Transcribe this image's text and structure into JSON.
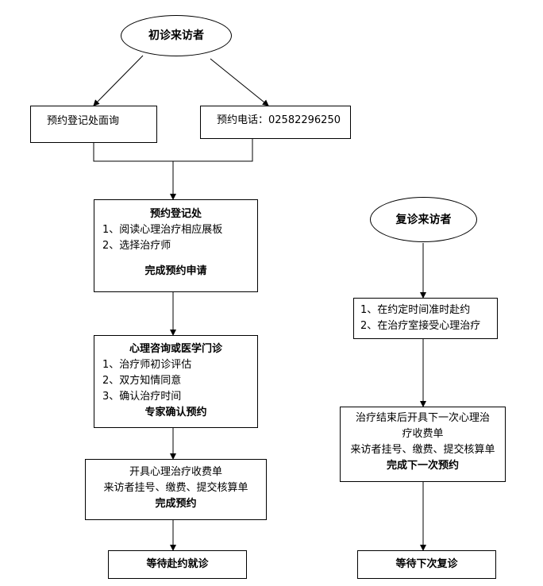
{
  "first_visit": {
    "start": "初诊来访者",
    "option_in_person": "预约登记处面询",
    "option_phone": "预约电话：02582296250",
    "registration": {
      "title": "预约登记处",
      "items": [
        "1、阅读心理治疗相应展板",
        "2、选择治疗师"
      ],
      "footer": "完成预约申请"
    },
    "consultation": {
      "title": "心理咨询或医学门诊",
      "items": [
        "1、治疗师初诊评估",
        "2、双方知情同意",
        "3、确认治疗时间"
      ],
      "footer": "专家确认预约"
    },
    "billing": {
      "line1": "开具心理治疗收费单",
      "line2": "来访者挂号、缴费、提交核算单",
      "footer": "完成预约"
    },
    "end": "等待赴约就诊"
  },
  "return_visit": {
    "start": "复诊来访者",
    "steps": [
      "1、在约定时间准时赴约",
      "2、在治疗室接受心理治疗"
    ],
    "billing": {
      "line1": "治疗结束后开具下一次心理治",
      "line2": "疗收费单",
      "line3": "来访者挂号、缴费、提交核算单",
      "footer": "完成下一次预约"
    },
    "end": "等待下次复诊"
  }
}
